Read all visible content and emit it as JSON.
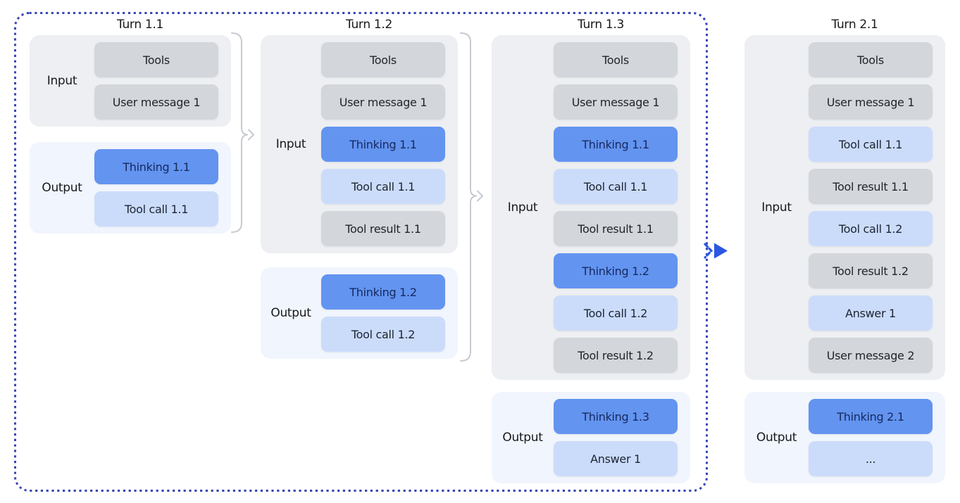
{
  "colors": {
    "chip_gray": "#D3D7DC",
    "chip_blue": "#6394F0",
    "chip_lightblue": "#CBDCFA",
    "chip_text_dark": "#212529",
    "chip_text_navy": "#16295E",
    "chip_text_navy2": "#1C2433",
    "input_bg": "#EDEFF2",
    "output_bg": "#F1F5FD",
    "brace": "#C6CAD0",
    "dashed_border": "#3645B5",
    "arrow": "#2C57E3",
    "title_text": "#17191C"
  },
  "columns": [
    {
      "title": "Turn 1.1",
      "input_label": "Input",
      "output_label": "Output",
      "input_chips": [
        {
          "label": "Tools",
          "type": "gray"
        },
        {
          "label": "User message 1",
          "type": "gray"
        }
      ],
      "output_chips": [
        {
          "label": "Thinking 1.1",
          "type": "blue"
        },
        {
          "label": "Tool call 1.1",
          "type": "lightblue"
        }
      ]
    },
    {
      "title": "Turn 1.2",
      "input_label": "Input",
      "output_label": "Output",
      "input_chips": [
        {
          "label": "Tools",
          "type": "gray"
        },
        {
          "label": "User message 1",
          "type": "gray"
        },
        {
          "label": "Thinking 1.1",
          "type": "blue"
        },
        {
          "label": "Tool call 1.1",
          "type": "lightblue"
        },
        {
          "label": "Tool result 1.1",
          "type": "gray"
        }
      ],
      "output_chips": [
        {
          "label": "Thinking 1.2",
          "type": "blue"
        },
        {
          "label": "Tool call 1.2",
          "type": "lightblue"
        }
      ]
    },
    {
      "title": "Turn 1.3",
      "input_label": "Input",
      "output_label": "Output",
      "input_chips": [
        {
          "label": "Tools",
          "type": "gray"
        },
        {
          "label": "User message 1",
          "type": "gray"
        },
        {
          "label": "Thinking 1.1",
          "type": "blue"
        },
        {
          "label": "Tool call 1.1",
          "type": "lightblue"
        },
        {
          "label": "Tool result 1.1",
          "type": "gray"
        },
        {
          "label": "Thinking 1.2",
          "type": "blue"
        },
        {
          "label": "Tool call 1.2",
          "type": "lightblue"
        },
        {
          "label": "Tool result 1.2",
          "type": "gray"
        }
      ],
      "output_chips": [
        {
          "label": "Thinking 1.3",
          "type": "blue"
        },
        {
          "label": "Answer 1",
          "type": "lightblue"
        }
      ]
    },
    {
      "title": "Turn 2.1",
      "input_label": "Input",
      "output_label": "Output",
      "input_chips": [
        {
          "label": "Tools",
          "type": "gray"
        },
        {
          "label": "User message 1",
          "type": "gray"
        },
        {
          "label": "Tool call 1.1",
          "type": "lightblue"
        },
        {
          "label": "Tool result 1.1",
          "type": "gray"
        },
        {
          "label": "Tool call 1.2",
          "type": "lightblue"
        },
        {
          "label": "Tool result 1.2",
          "type": "gray"
        },
        {
          "label": "Answer 1",
          "type": "lightblue"
        },
        {
          "label": "User message 2",
          "type": "gray"
        }
      ],
      "output_chips": [
        {
          "label": "Thinking 2.1",
          "type": "blue"
        },
        {
          "label": "...",
          "type": "lightblue"
        }
      ]
    }
  ]
}
